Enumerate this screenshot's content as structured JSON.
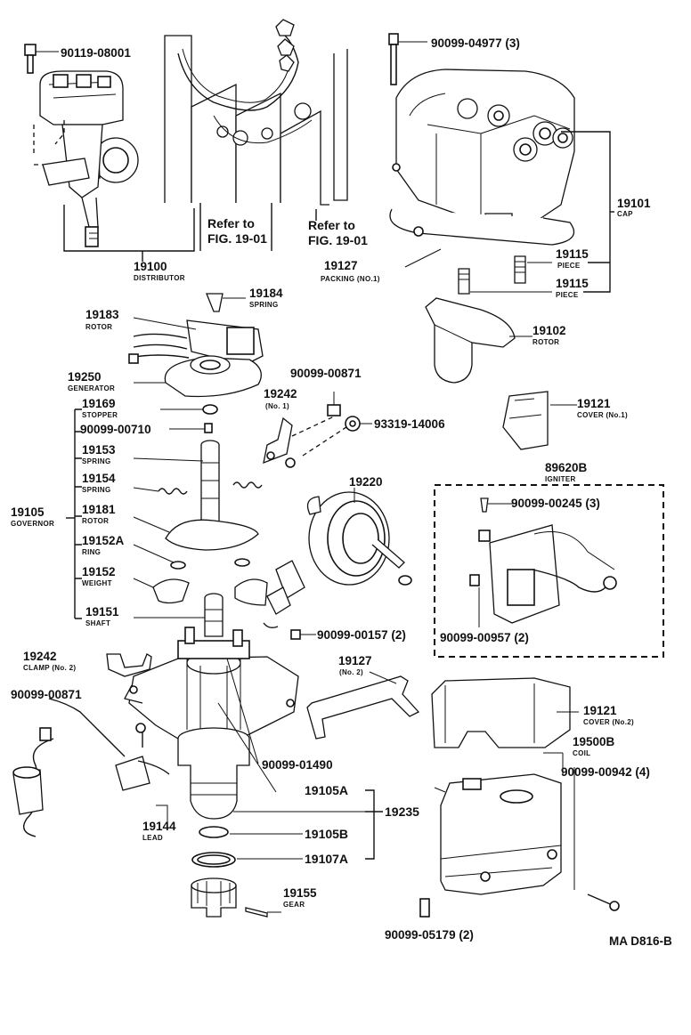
{
  "diagram_id": "MA D816-B",
  "refs": {
    "ref_a": "Refer to",
    "ref_a_fig": "FIG. 19-01",
    "ref_b": "Refer to",
    "ref_b_fig": "FIG. 19-01"
  },
  "parts": {
    "p90119_08001": "90119-08001",
    "p90099_04977": "90099-04977 (3)",
    "p19100": {
      "num": "19100",
      "name": "DISTRIBUTOR"
    },
    "p19101": {
      "num": "19101",
      "name": "CAP"
    },
    "p19127a": {
      "num": "19127",
      "name": "PACKING (NO.1)"
    },
    "p19115a": {
      "num": "19115",
      "name": "PIECE"
    },
    "p19115b": {
      "num": "19115",
      "name": "PIECE"
    },
    "p19184": {
      "num": "19184",
      "name": "SPRING"
    },
    "p19183": {
      "num": "19183",
      "name": "ROTOR"
    },
    "p19102": {
      "num": "19102",
      "name": "ROTOR"
    },
    "p19250": {
      "num": "19250",
      "name": "GENERATOR"
    },
    "p90099_00871a": "90099-00871",
    "p19242a": {
      "num": "19242",
      "name": "(No. 1)"
    },
    "p93319_14006": "93319-14006",
    "p19169": {
      "num": "19169",
      "name": "STOPPER"
    },
    "p90099_00710": "90099-00710",
    "p19153": {
      "num": "19153",
      "name": "SPRING"
    },
    "p19154": {
      "num": "19154",
      "name": "SPRING"
    },
    "p19105": {
      "num": "19105",
      "name": "GOVERNOR"
    },
    "p19181": {
      "num": "19181",
      "name": "ROTOR"
    },
    "p19152A": {
      "num": "19152A",
      "name": "RING"
    },
    "p19152": {
      "num": "19152",
      "name": "WEIGHT"
    },
    "p19151": {
      "num": "19151",
      "name": "SHAFT"
    },
    "p19220": "19220",
    "p19121a": {
      "num": "19121",
      "name": "COVER (No.1)"
    },
    "p89620B": {
      "num": "89620B",
      "name": "IGNITER"
    },
    "p90099_00245": "90099-00245 (3)",
    "p90099_00957": "90099-00957 (2)",
    "p90099_00157": "90099-00157 (2)",
    "p19242b": {
      "num": "19242",
      "name": "CLAMP (No. 2)"
    },
    "p90099_00871b": "90099-00871",
    "p19127b": {
      "num": "19127",
      "name": "(No. 2)"
    },
    "p19121b": {
      "num": "19121",
      "name": "COVER (No.2)"
    },
    "p19500B": {
      "num": "19500B",
      "name": "COIL"
    },
    "p90099_00942": "90099-00942 (4)",
    "p90099_01490": "90099-01490",
    "p19105A": "19105A",
    "p19235": "19235",
    "p19105B": "19105B",
    "p19107A": "19107A",
    "p19144": {
      "num": "19144",
      "name": "LEAD"
    },
    "p19155": {
      "num": "19155",
      "name": "GEAR"
    },
    "p90099_05179": "90099-05179 (2)"
  }
}
